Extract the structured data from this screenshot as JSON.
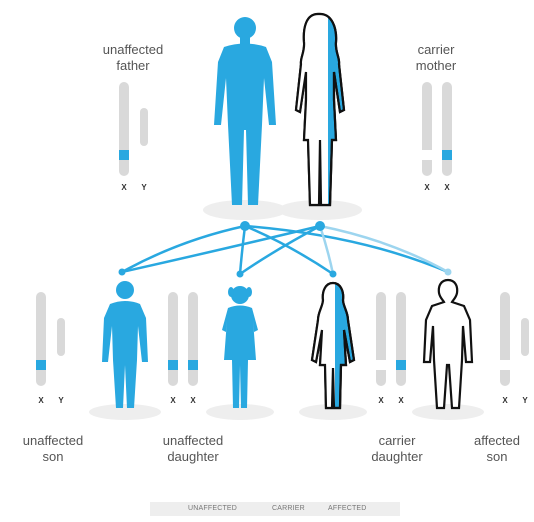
{
  "colors": {
    "affected_blue": "#29a8e0",
    "carrier_light_blue": "#9dd5ef",
    "outline": "#111111",
    "chromosome": "#d9d9d9",
    "shadow": "#eeeeee"
  },
  "parents": {
    "father": {
      "label_line1": "unaffected",
      "label_line2": "father",
      "chrom_labels": [
        "X",
        "Y"
      ]
    },
    "mother": {
      "label_line1": "carrier",
      "label_line2": "mother",
      "chrom_labels": [
        "X",
        "X"
      ]
    }
  },
  "children": {
    "son1": {
      "label_line1": "unaffected",
      "label_line2": "son",
      "chrom_labels": [
        "X",
        "Y"
      ]
    },
    "daughter1": {
      "label_line1": "unaffected",
      "label_line2": "daughter",
      "chrom_labels": [
        "X",
        "X"
      ]
    },
    "daughter2": {
      "label_line1": "carrier",
      "label_line2": "daughter",
      "chrom_labels": [
        "X",
        "X"
      ]
    },
    "son2": {
      "label_line1": "affected",
      "label_line2": "son",
      "chrom_labels": [
        "X",
        "Y"
      ]
    }
  },
  "legend": {
    "unaffected": "UNAFFECTED",
    "carrier": "CARRIER",
    "affected": "AFFECTED"
  }
}
